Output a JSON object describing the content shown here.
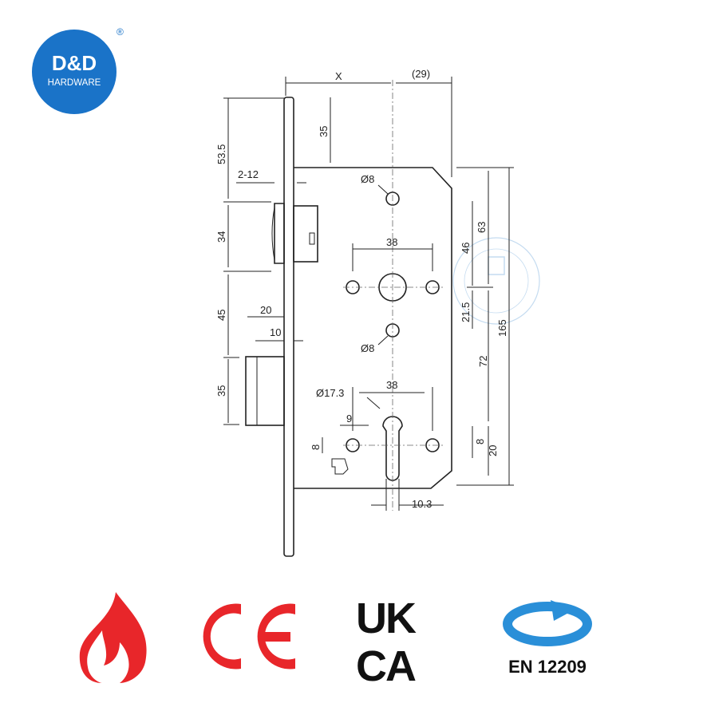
{
  "brand": {
    "name": "D&D",
    "subtitle": "HARDWARE",
    "registered_mark": "®",
    "color": "#1a73c8"
  },
  "drawing": {
    "dimensions": {
      "x": "X",
      "backset": "(29)",
      "d35_top": "35",
      "d53_5": "53.5",
      "d2_12": "2-12",
      "d34": "34",
      "d45": "45",
      "d20_left": "20",
      "d10": "10",
      "d35_bottom": "35",
      "dia8_top": "Ø8",
      "dia8_mid": "Ø8",
      "d38_top": "38",
      "d38_bottom": "38",
      "dia17_3": "Ø17.3",
      "d9": "9",
      "d8_left": "8",
      "d8_right": "8",
      "d20_right": "20",
      "d10_3": "10.3",
      "d46": "46",
      "d63": "63",
      "d21_5": "21.5",
      "d72": "72",
      "d165": "165"
    }
  },
  "certifications": {
    "fire_icon": "fire-icon",
    "ce_mark": "CE",
    "ukca_line1": "UK",
    "ukca_line2": "CA",
    "en_standard": "EN 12209",
    "colors": {
      "fire": "#e8262a",
      "ce": "#e8262a",
      "ukca": "#111111",
      "en_arrow": "#2a8fd8"
    }
  }
}
